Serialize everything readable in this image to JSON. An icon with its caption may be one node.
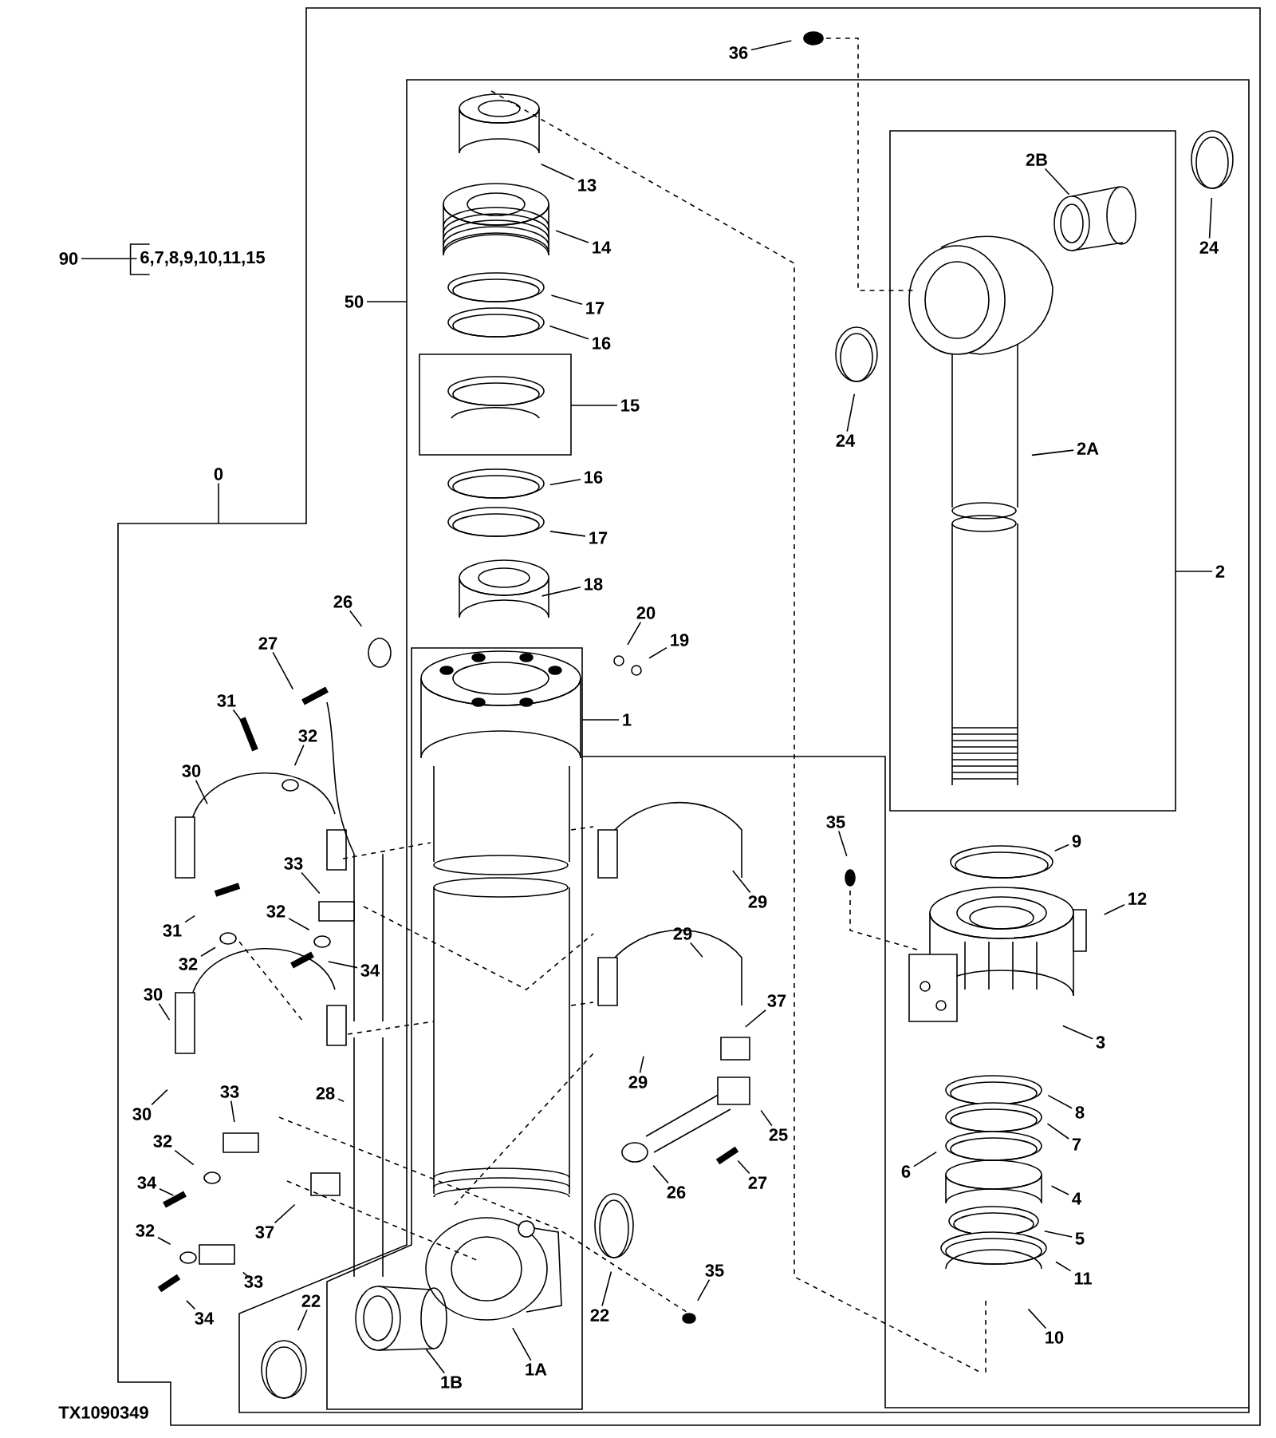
{
  "diagram": {
    "nodes": [
      {
        "text": [],
        "shape": "box"
      },
      {
        "text": [],
        "shape": "box",
        "in": 0
      },
      {
        "text": [],
        "shape": "box",
        "in": 1
      },
      {
        "text": [],
        "shape": "box",
        "in": 1
      },
      {
        "text": [],
        "shape": "box",
        "in": 1
      },
      {
        "text": [
          "36"
        ],
        "in": 0
      },
      {
        "text": [
          "2B"
        ],
        "in": 2
      },
      {
        "text": [
          "13"
        ],
        "in": 1
      },
      {
        "text": [
          "24"
        ],
        "in": 1
      },
      {
        "text": [
          "14"
        ],
        "in": 1
      },
      {
        "text": [
          "90"
        ]
      },
      {
        "text": [
          "6,7,8,9,10,11,15"
        ]
      },
      {
        "text": [
          "50"
        ],
        "in": 0
      },
      {
        "text": [
          "17"
        ],
        "in": 1
      },
      {
        "text": [
          "16"
        ],
        "in": 1
      },
      {
        "text": [
          "15"
        ],
        "in": 1
      },
      {
        "text": [
          "24"
        ],
        "in": 1
      },
      {
        "text": [
          "2A"
        ],
        "in": 2
      },
      {
        "text": [
          "0"
        ]
      },
      {
        "text": [
          "16"
        ],
        "in": 1
      },
      {
        "text": [
          "17"
        ],
        "in": 1
      },
      {
        "text": [
          "2"
        ],
        "in": 1
      },
      {
        "text": [
          "18"
        ],
        "in": 1
      },
      {
        "text": [
          "20"
        ],
        "in": 1
      },
      {
        "text": [
          "26"
        ],
        "in": 0
      },
      {
        "text": [
          "19"
        ],
        "in": 1
      },
      {
        "text": [
          "27"
        ],
        "in": 0
      },
      {
        "text": [
          "31"
        ],
        "in": 0
      },
      {
        "text": [
          "1"
        ],
        "in": 1
      },
      {
        "text": [
          "32"
        ],
        "in": 0
      },
      {
        "text": [
          "30"
        ],
        "in": 0
      },
      {
        "text": [
          "35"
        ],
        "in": 1
      },
      {
        "text": [
          "9"
        ],
        "in": 1
      },
      {
        "text": [
          "33"
        ],
        "in": 0
      },
      {
        "text": [
          "12"
        ],
        "in": 1
      },
      {
        "text": [
          "29"
        ],
        "in": 1
      },
      {
        "text": [
          "32"
        ],
        "in": 0
      },
      {
        "text": [
          "31"
        ],
        "in": 0
      },
      {
        "text": [
          "29"
        ],
        "in": 1
      },
      {
        "text": [
          "32"
        ],
        "in": 0
      },
      {
        "text": [
          "34"
        ],
        "in": 0
      },
      {
        "text": [
          "30"
        ],
        "in": 0
      },
      {
        "text": [
          "37"
        ],
        "in": 1
      },
      {
        "text": [
          "3"
        ],
        "in": 1
      },
      {
        "text": [
          "29"
        ],
        "in": 1
      },
      {
        "text": [
          "33"
        ],
        "in": 0
      },
      {
        "text": [
          "28"
        ],
        "in": 0
      },
      {
        "text": [
          "8"
        ],
        "in": 1
      },
      {
        "text": [
          "30"
        ],
        "in": 0
      },
      {
        "text": [
          "25"
        ],
        "in": 1
      },
      {
        "text": [
          "7"
        ],
        "in": 1
      },
      {
        "text": [
          "32"
        ],
        "in": 0
      },
      {
        "text": [
          "6"
        ],
        "in": 1
      },
      {
        "text": [
          "27"
        ],
        "in": 1
      },
      {
        "text": [
          "34"
        ],
        "in": 0
      },
      {
        "text": [
          "26"
        ],
        "in": 1
      },
      {
        "text": [
          "4"
        ],
        "in": 1
      },
      {
        "text": [
          "37"
        ],
        "in": 0
      },
      {
        "text": [
          "32"
        ],
        "in": 0
      },
      {
        "text": [
          "5"
        ],
        "in": 1
      },
      {
        "text": [
          "35"
        ],
        "in": 1
      },
      {
        "text": [
          "11"
        ],
        "in": 1
      },
      {
        "text": [
          "33"
        ],
        "in": 0
      },
      {
        "text": [
          "22"
        ],
        "in": 1
      },
      {
        "text": [
          "22"
        ],
        "in": 1
      },
      {
        "text": [
          "34"
        ],
        "in": 0
      },
      {
        "text": [
          "10"
        ],
        "in": 1
      },
      {
        "text": [
          "1A"
        ],
        "in": 4
      },
      {
        "text": [
          "1B"
        ],
        "in": 4
      }
    ],
    "edges": [
      {
        "from": 5,
        "to": null,
        "arrow": "none"
      },
      {
        "from": 6,
        "to": null,
        "arrow": "none"
      },
      {
        "from": 7,
        "to": null,
        "arrow": "none"
      },
      {
        "from": 8,
        "to": null,
        "arrow": "none"
      },
      {
        "from": 9,
        "to": null,
        "arrow": "none"
      },
      {
        "from": 10,
        "to": 11,
        "arrow": "none"
      },
      {
        "from": 12,
        "to": 1,
        "arrow": "none"
      },
      {
        "from": 13,
        "to": null,
        "arrow": "none"
      },
      {
        "from": 14,
        "to": null,
        "arrow": "none"
      },
      {
        "from": 15,
        "to": 3,
        "arrow": "none"
      },
      {
        "from": 16,
        "to": null,
        "arrow": "none"
      },
      {
        "from": 17,
        "to": null,
        "arrow": "none"
      },
      {
        "from": 18,
        "to": 0,
        "arrow": "none"
      },
      {
        "from": 19,
        "to": null,
        "arrow": "none"
      },
      {
        "from": 20,
        "to": null,
        "arrow": "none"
      },
      {
        "from": 21,
        "to": 2,
        "arrow": "none"
      },
      {
        "from": 22,
        "to": null,
        "arrow": "none"
      },
      {
        "from": 23,
        "to": null,
        "arrow": "none"
      },
      {
        "from": 24,
        "to": null,
        "arrow": "none"
      },
      {
        "from": 25,
        "to": null,
        "arrow": "none"
      },
      {
        "from": 26,
        "to": null,
        "arrow": "none"
      },
      {
        "from": 27,
        "to": null,
        "arrow": "none"
      },
      {
        "from": 28,
        "to": 4,
        "arrow": "none"
      },
      {
        "from": 29,
        "to": null,
        "arrow": "none"
      },
      {
        "from": 30,
        "to": null,
        "arrow": "none"
      },
      {
        "from": 31,
        "to": null,
        "arrow": "none"
      },
      {
        "from": 32,
        "to": null,
        "arrow": "none"
      },
      {
        "from": 33,
        "to": null,
        "arrow": "none"
      },
      {
        "from": 34,
        "to": null,
        "arrow": "none"
      },
      {
        "from": 35,
        "to": null,
        "arrow": "none"
      },
      {
        "from": 36,
        "to": null,
        "arrow": "none"
      },
      {
        "from": 37,
        "to": null,
        "arrow": "none"
      },
      {
        "from": 38,
        "to": null,
        "arrow": "none"
      },
      {
        "from": 39,
        "to": null,
        "arrow": "none"
      },
      {
        "from": 40,
        "to": null,
        "arrow": "none"
      },
      {
        "from": 41,
        "to": null,
        "arrow": "none"
      },
      {
        "from": 42,
        "to": null,
        "arrow": "none"
      },
      {
        "from": 43,
        "to": null,
        "arrow": "none"
      },
      {
        "from": 44,
        "to": null,
        "arrow": "none"
      },
      {
        "from": 45,
        "to": null,
        "arrow": "none"
      },
      {
        "from": 46,
        "to": null,
        "arrow": "none"
      },
      {
        "from": 47,
        "to": null,
        "arrow": "none"
      },
      {
        "from": 48,
        "to": null,
        "arrow": "none"
      },
      {
        "from": 49,
        "to": null,
        "arrow": "none"
      },
      {
        "from": 50,
        "to": null,
        "arrow": "none"
      },
      {
        "from": 51,
        "to": null,
        "arrow": "none"
      },
      {
        "from": 52,
        "to": null,
        "arrow": "none"
      },
      {
        "from": 53,
        "to": null,
        "arrow": "none"
      },
      {
        "from": 54,
        "to": null,
        "arrow": "none"
      },
      {
        "from": 55,
        "to": null,
        "arrow": "none"
      },
      {
        "from": 56,
        "to": null,
        "arrow": "none"
      },
      {
        "from": 57,
        "to": null,
        "arrow": "none"
      },
      {
        "from": 58,
        "to": null,
        "arrow": "none"
      },
      {
        "from": 59,
        "to": null,
        "arrow": "none"
      },
      {
        "from": 60,
        "to": null,
        "arrow": "none"
      },
      {
        "from": 61,
        "to": null,
        "arrow": "none"
      },
      {
        "from": 62,
        "to": null,
        "arrow": "none"
      },
      {
        "from": 63,
        "to": null,
        "arrow": "none"
      },
      {
        "from": 64,
        "to": null,
        "arrow": "none"
      },
      {
        "from": 65,
        "to": null,
        "arrow": "none"
      },
      {
        "from": 66,
        "to": null,
        "arrow": "none"
      },
      {
        "from": 67,
        "to": null,
        "arrow": "none"
      },
      {
        "from": 68,
        "to": null,
        "arrow": "none"
      }
    ],
    "labels": [
      "TX1090349"
    ]
  }
}
